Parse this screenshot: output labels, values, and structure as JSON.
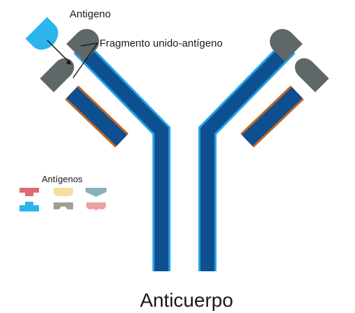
{
  "labels": {
    "antigen": "Antigeno",
    "binding_fragment": "Fragmento unido-antígeno",
    "legend_title": "Antígenos",
    "title": "Anticuerpo"
  },
  "colors": {
    "heavy_chain_fill": "#0d4f8f",
    "heavy_chain_outline": "#27a3e6",
    "light_chain_fill": "#0d4f8f",
    "light_chain_outline": "#c8641c",
    "variable_region": "#5f6768",
    "bound_antigen": "#2bb5ec",
    "pointer_line": "#111111"
  },
  "legend_antigens": [
    {
      "name": "red-antigen",
      "color": "#db6b73"
    },
    {
      "name": "yellow-antigen",
      "color": "#f5dea0"
    },
    {
      "name": "teal-antigen",
      "color": "#8ab0b9"
    },
    {
      "name": "cyan-antigen",
      "color": "#2bb5ec"
    },
    {
      "name": "gray-antigen",
      "color": "#9ea095"
    },
    {
      "name": "pink-antigen",
      "color": "#eaa3a1"
    }
  ]
}
